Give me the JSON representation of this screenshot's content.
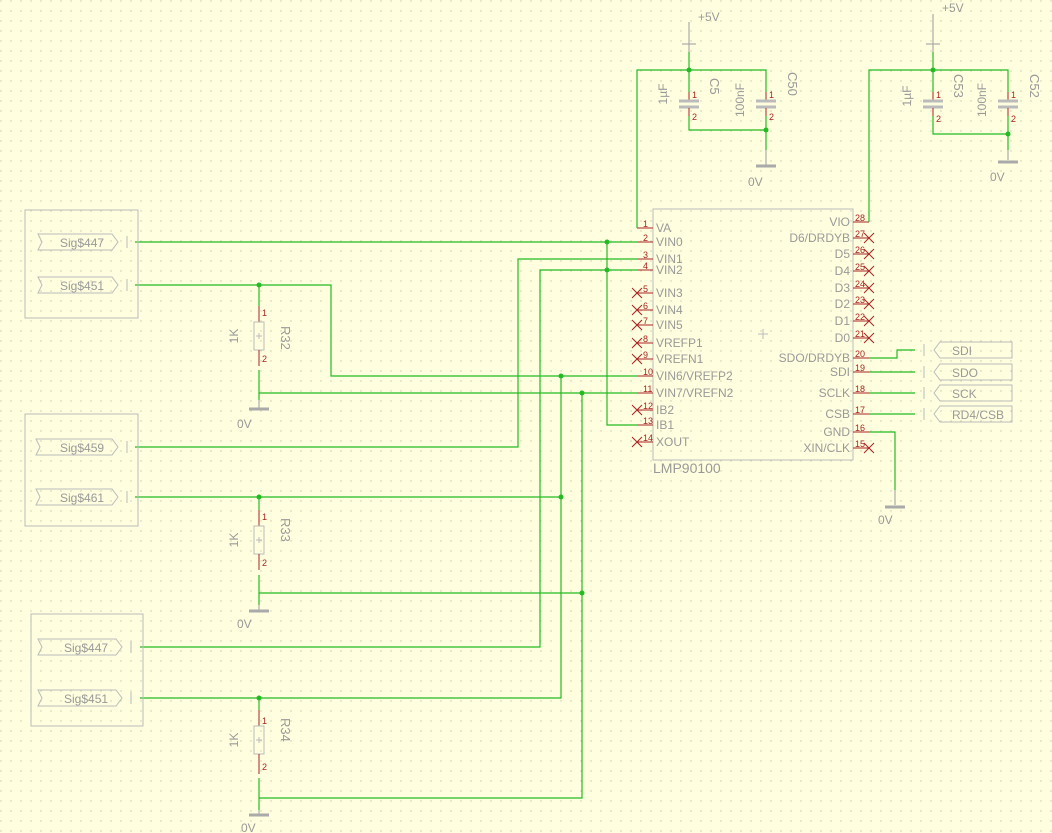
{
  "ic": {
    "name": "LMP90100",
    "left_pins": [
      {
        "num": "1",
        "name": "VA"
      },
      {
        "num": "2",
        "name": "VIN0"
      },
      {
        "num": "3",
        "name": "VIN1"
      },
      {
        "num": "4",
        "name": "VIN2"
      },
      {
        "num": "5",
        "name": "VIN3"
      },
      {
        "num": "6",
        "name": "VIN4"
      },
      {
        "num": "7",
        "name": "VIN5"
      },
      {
        "num": "8",
        "name": "VREFP1"
      },
      {
        "num": "9",
        "name": "VREFN1"
      },
      {
        "num": "10",
        "name": "VIN6/VREFP2"
      },
      {
        "num": "11",
        "name": "VIN7/VREFN2"
      },
      {
        "num": "12",
        "name": "IB2"
      },
      {
        "num": "13",
        "name": "IB1"
      },
      {
        "num": "14",
        "name": "XOUT"
      }
    ],
    "right_pins": [
      {
        "num": "28",
        "name": "VIO"
      },
      {
        "num": "27",
        "name": "D6/DRDYB"
      },
      {
        "num": "26",
        "name": "D5"
      },
      {
        "num": "25",
        "name": "D4"
      },
      {
        "num": "24",
        "name": "D3"
      },
      {
        "num": "23",
        "name": "D2"
      },
      {
        "num": "22",
        "name": "D1"
      },
      {
        "num": "21",
        "name": "D0"
      },
      {
        "num": "20",
        "name": "SDO/DRDYB"
      },
      {
        "num": "19",
        "name": "SDI"
      },
      {
        "num": "18",
        "name": "SCLK"
      },
      {
        "num": "17",
        "name": "CSB"
      },
      {
        "num": "16",
        "name": "GND"
      },
      {
        "num": "15",
        "name": "XIN/CLK"
      }
    ]
  },
  "ports": [
    "SDI",
    "SDO",
    "SCK",
    "RD4/CSB"
  ],
  "signals": [
    "Sig$447",
    "Sig$451",
    "Sig$459",
    "Sig$461",
    "Sig$447",
    "Sig$451"
  ],
  "resistors": [
    {
      "name": "R32",
      "value": "1K"
    },
    {
      "name": "R33",
      "value": "1K"
    },
    {
      "name": "R34",
      "value": "1K"
    }
  ],
  "capacitors": [
    {
      "name": "C5",
      "value": "1µF"
    },
    {
      "name": "C50",
      "value": "100nF"
    },
    {
      "name": "C53",
      "value": "1µF"
    },
    {
      "name": "C52",
      "value": "100nF"
    }
  ],
  "power_label": "+5V",
  "ground_label": "0V",
  "pin_num_1": "1",
  "pin_num_2": "2"
}
